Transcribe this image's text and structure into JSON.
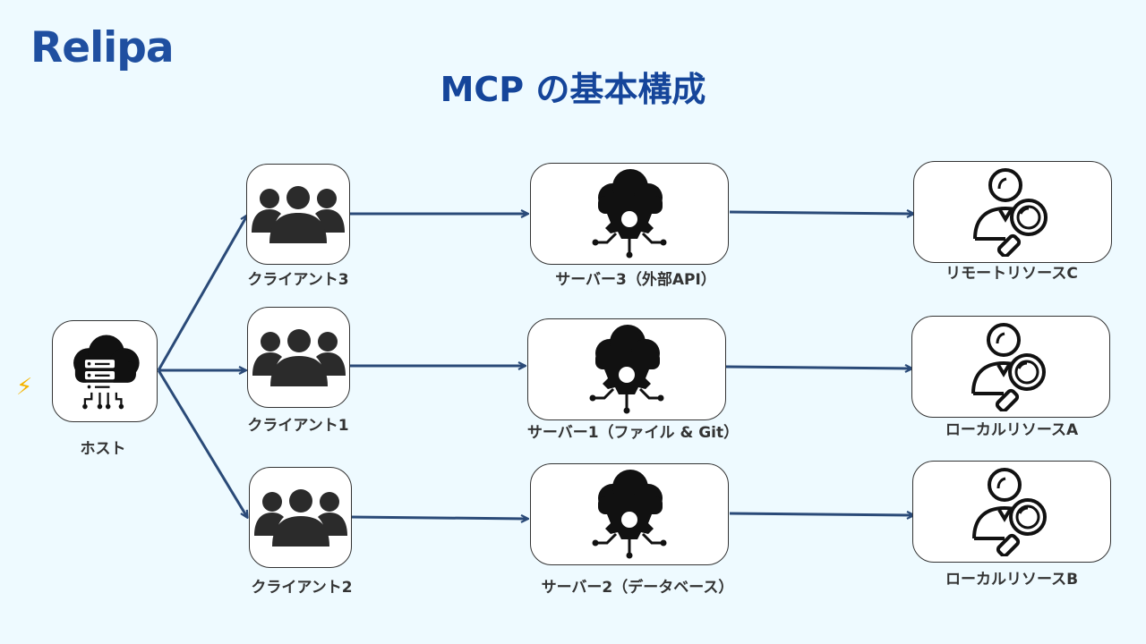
{
  "brand": {
    "logo_text": "Relipa"
  },
  "title": "MCP の基本構成",
  "host": {
    "label": "ホスト",
    "icon": "cloud-server-icon"
  },
  "clients": [
    {
      "label": "クライアント3",
      "icon": "people-group-icon"
    },
    {
      "label": "クライアント1",
      "icon": "people-group-icon"
    },
    {
      "label": "クライアント2",
      "icon": "people-group-icon"
    }
  ],
  "servers": [
    {
      "label": "サーバー3（外部API）",
      "icon": "cloud-gear-icon"
    },
    {
      "label": "サーバー1（ファイル & Git）",
      "icon": "cloud-gear-icon"
    },
    {
      "label": "サーバー2（データベース）",
      "icon": "cloud-gear-icon"
    }
  ],
  "resources": [
    {
      "label": "リモートリソースC",
      "icon": "person-search-icon"
    },
    {
      "label": "ローカルリソースA",
      "icon": "person-search-icon"
    },
    {
      "label": "ローカルリソースB",
      "icon": "person-search-icon"
    }
  ],
  "colors": {
    "brand": "#1f4fa0",
    "title": "#15459a",
    "arrow": "#2a4a78",
    "bolt": "#f5b400"
  }
}
